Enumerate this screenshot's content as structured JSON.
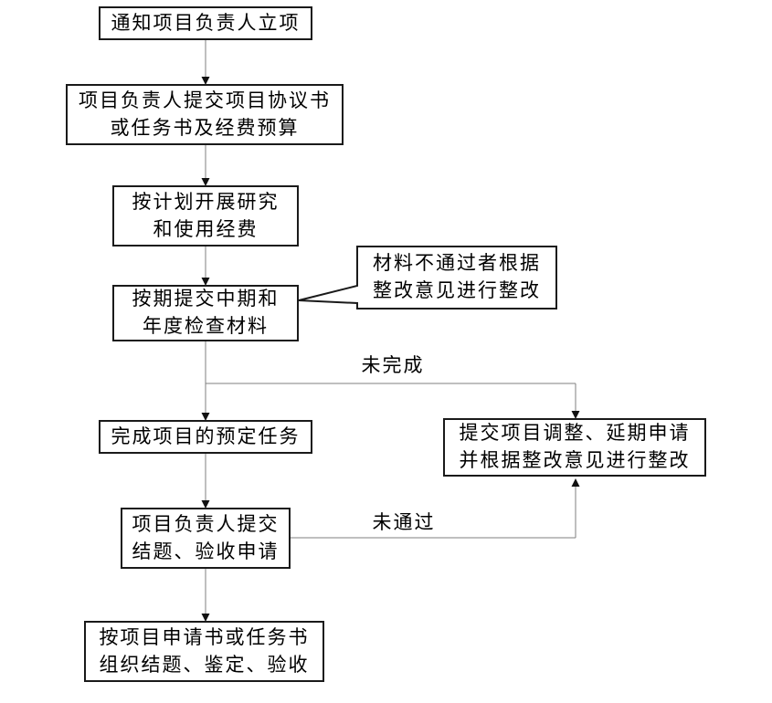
{
  "diagram": {
    "type": "flowchart",
    "nodes": {
      "notify": {
        "text": "通知项目负责人立项"
      },
      "submit_agreement": {
        "text": "项目负责人提交项目协议书\n或任务书及经费预算"
      },
      "research": {
        "text": "按计划开展研究\n和使用经费"
      },
      "midterm": {
        "text": "按期提交中期和\n年度检查材料"
      },
      "callout": {
        "text": "材料不通过者根据\n整改意见进行整改"
      },
      "complete": {
        "text": "完成项目的预定任务"
      },
      "adjust": {
        "text": "提交项目调整、延期申请\n并根据整改意见进行整改"
      },
      "acceptance_apply": {
        "text": "项目负责人提交\n结题、验收申请"
      },
      "organize": {
        "text": "按项目申请书或任务书\n组织结题、鉴定、验收"
      }
    },
    "edge_labels": {
      "not_completed": "未完成",
      "not_passed": "未通过"
    },
    "colors": {
      "background": "#ffffff",
      "box_border": "#1a1a1a",
      "connector": "#7f7f7f",
      "arrowhead": "#111111",
      "text": "#000000"
    }
  }
}
